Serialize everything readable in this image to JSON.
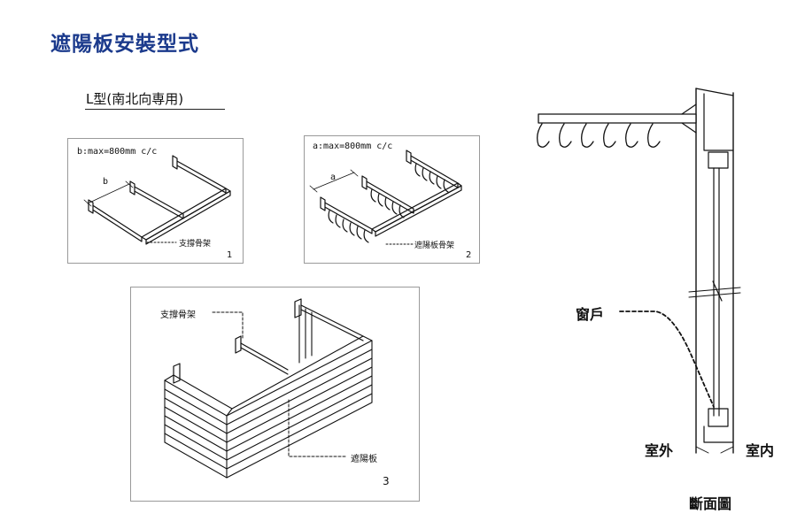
{
  "title": "遮陽板安裝型式",
  "subtitle": "L型(南北向専用)",
  "figure1": {
    "spec": "b:max=800mm c/c",
    "dim": "b",
    "callout": "支撐骨架",
    "number": "1"
  },
  "figure2": {
    "spec": "a:max=800mm c/c",
    "dim": "a",
    "callout": "遮陽板骨架",
    "number": "2"
  },
  "figure3": {
    "callout_top": "支撐骨架",
    "callout_bottom": "遮陽板",
    "number": "3"
  },
  "section": {
    "window_label": "窗戶",
    "outside_label": "室外",
    "inside_label": "室内",
    "caption": "斷面圖"
  }
}
